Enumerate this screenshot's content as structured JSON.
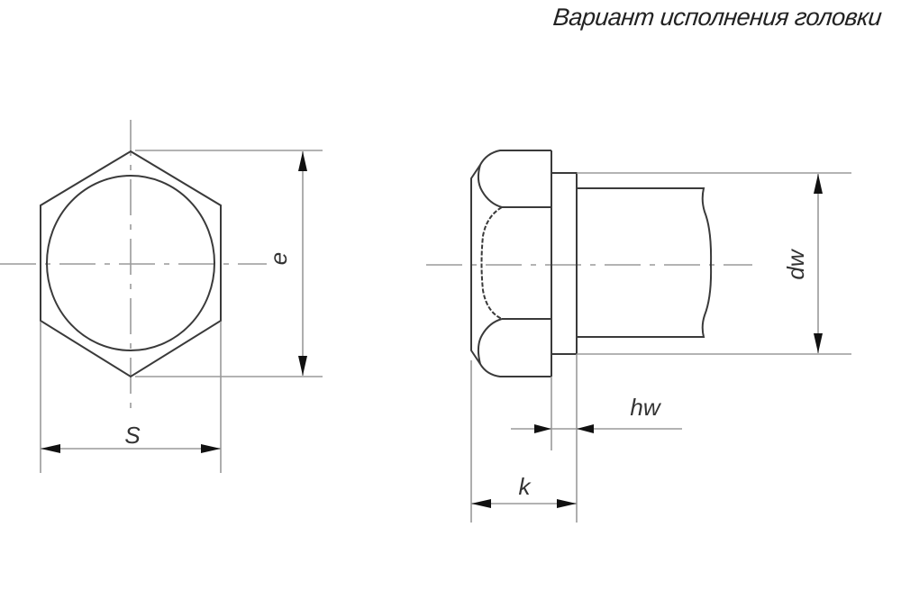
{
  "title": "Вариант исполнения головки",
  "views": {
    "top_view": {
      "shape": "hexagon-with-inscribed-circle",
      "dimensions": {
        "across_corners_label": "e",
        "across_flats_label": "S"
      }
    },
    "side_view": {
      "shape": "hex-flange-bolt-head",
      "dimensions": {
        "bearing_diameter_label": "dw",
        "flange_height_label": "hw",
        "head_height_label": "k"
      }
    }
  },
  "colors": {
    "outline": "#3a3a3a",
    "thin_line": "#9a9a9a",
    "arrow": "#111111",
    "background": "#ffffff"
  }
}
